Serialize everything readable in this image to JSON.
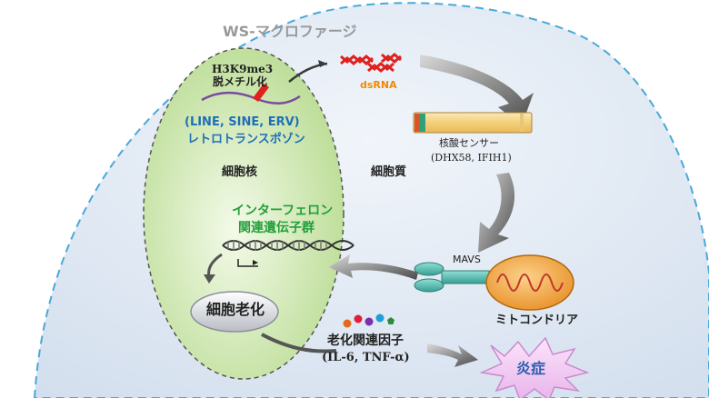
{
  "cell_title": "WS-マクロファージ",
  "nucleus": {
    "label": "細胞核",
    "h3k9me3": "H3K9me3",
    "demethylation": "脱メチル化",
    "retro_elements": "(LINE, SINE, ERV)",
    "retrotransposon": "レトロトランスポゾン",
    "ifn_genes_line1": "インターフェロン",
    "ifn_genes_line2": "関連遺伝子群",
    "senescence": "細胞老化"
  },
  "cytoplasm_label": "細胞質",
  "dsrna_label": "dsRNA",
  "sensor": {
    "label": "核酸センサー",
    "names": "(DHX58, IFIH1)"
  },
  "mavs_label": "MAVS",
  "mitochondria_label": "ミトコンドリア",
  "sasp": {
    "label": "老化関連因子",
    "names": "(IL-6, TNF-α)"
  },
  "inflammation_label": "炎症",
  "colors": {
    "cell_fill": "#dde7f3",
    "cell_border": "#4aa8d8",
    "nucleus_fill": "#d4ebb8",
    "blue_text": "#1f6fb5",
    "green_text": "#22a03a",
    "dsrna": "#e0221f",
    "dsrna_text": "#f08a00",
    "sensor_fill": "#f7d98c",
    "mito_fill": "#f0a43a",
    "mavs_fill": "#4fb3a8",
    "burst_fill": "#efc6ef",
    "burst_text": "#2a5db0"
  }
}
